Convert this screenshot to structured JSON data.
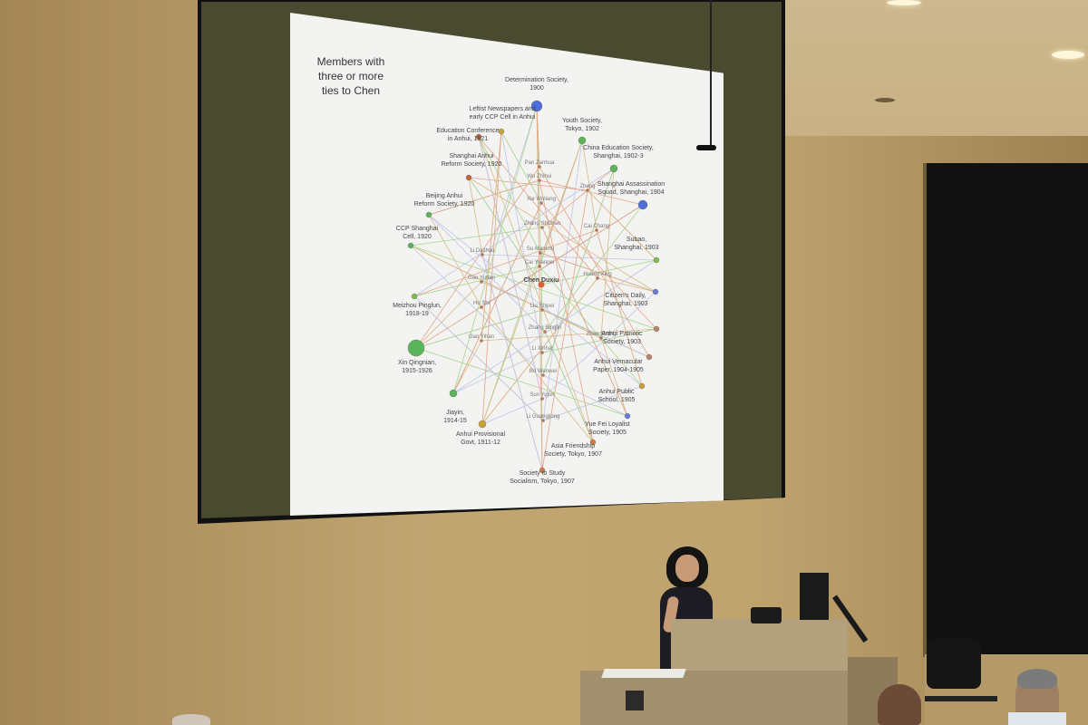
{
  "slide": {
    "title": "Members with three or more ties to Chen",
    "outer_nodes": [
      {
        "id": "n1",
        "label": "Determination Society,",
        "label2": "1900",
        "color": "#4b6fd6"
      },
      {
        "id": "n2",
        "label": "Youth Society,",
        "label2": "Tokyo, 1902",
        "color": "#5ab55a"
      },
      {
        "id": "n3",
        "label": "China Education Society,",
        "label2": "Shanghai, 1902-3",
        "color": "#5ab55a"
      },
      {
        "id": "n4",
        "label": "Shanghai Assassination",
        "label2": "Squad, Shanghai, 1904",
        "color": "#4b6fd6"
      },
      {
        "id": "n5",
        "label": "Subao,",
        "label2": "Shanghai, 1903",
        "color": "#7bbd4e"
      },
      {
        "id": "n6",
        "label": "Citizen's Daily,",
        "label2": "Shanghai, 1903",
        "color": "#6b7ad6"
      },
      {
        "id": "n7",
        "label": "Anhui Patriotic",
        "label2": "Society, 1903",
        "color": "#b9866a"
      },
      {
        "id": "n8",
        "label": "Anhui Vernacular",
        "label2": "Paper, 1904-1905",
        "color": "#b9866a"
      },
      {
        "id": "n9",
        "label": "Anhui Public",
        "label2": "School, 1905",
        "color": "#c79a3a"
      },
      {
        "id": "n10",
        "label": "Yue Fei Loyalist",
        "label2": "Society, 1905",
        "color": "#6b7ad6"
      },
      {
        "id": "n11",
        "label": "Asia Friendship",
        "label2": "Society, Tokyo, 1907",
        "color": "#d47a3a"
      },
      {
        "id": "n12",
        "label": "Society to Study",
        "label2": "Socialism, Tokyo, 1907",
        "color": "#d47a3a"
      },
      {
        "id": "n13",
        "label": "Anhui Provisional",
        "label2": "Govt, 1911-12",
        "color": "#c9a23a"
      },
      {
        "id": "n14",
        "label": "Jiayin,",
        "label2": "1914-15",
        "color": "#5ab55a"
      },
      {
        "id": "n15",
        "label": "Xin Qingnian,",
        "label2": "1915-1926",
        "color": "#5ab55a"
      },
      {
        "id": "n16",
        "label": "Meizhou Pinglun,",
        "label2": "1918-19",
        "color": "#7bbd4e"
      },
      {
        "id": "n17",
        "label": "CCP Shanghai",
        "label2": "Cell, 1920",
        "color": "#5ab55a"
      },
      {
        "id": "n18",
        "label": "Beijing Anhui",
        "label2": "Reform Society, 1920",
        "color": "#5ab55a"
      },
      {
        "id": "n19",
        "label": "Shanghai Anhui",
        "label2": "Reform Society, 1920",
        "color": "#c9623a"
      },
      {
        "id": "n20",
        "label": "Education Conference",
        "label2": "in Anhui, 1921",
        "color": "#c9623a"
      },
      {
        "id": "n21",
        "label": "Leftist Newspapers and",
        "label2": "early CCP Cell in Anhui",
        "color": "#c9a23a"
      }
    ],
    "inner_nodes": [
      {
        "id": "m1",
        "label": "Pan Zanhua"
      },
      {
        "id": "m2",
        "label": "Wu Zhihui"
      },
      {
        "id": "m3",
        "label": "Xie Wuliang"
      },
      {
        "id": "m4",
        "label": "Zhang Shizhao"
      },
      {
        "id": "m5",
        "label": "Su Manshu"
      },
      {
        "id": "m6",
        "label": "Cai Yuanpei"
      },
      {
        "id": "m7",
        "label": "Chen Duxiu"
      },
      {
        "id": "m8",
        "label": "Liu Shipei"
      },
      {
        "id": "m9",
        "label": "Zhang Binglin"
      },
      {
        "id": "m10",
        "label": "Li Xinhai"
      },
      {
        "id": "m11",
        "label": "Bo Wenwei"
      },
      {
        "id": "m12",
        "label": "Sun Yujun"
      },
      {
        "id": "m13",
        "label": "Li Guangjiong"
      },
      {
        "id": "m14",
        "label": "Li Dazhao"
      },
      {
        "id": "m15",
        "label": "Gao Yuhan"
      },
      {
        "id": "m16",
        "label": "Hu Shi"
      },
      {
        "id": "m17",
        "label": "Gao Yihan"
      },
      {
        "id": "m18",
        "label": "Zhao Sheng"
      },
      {
        "id": "m19",
        "label": "Huang Xing"
      },
      {
        "id": "m20",
        "label": "Cai Chang"
      },
      {
        "id": "m21",
        "label": "Zhang"
      }
    ]
  }
}
